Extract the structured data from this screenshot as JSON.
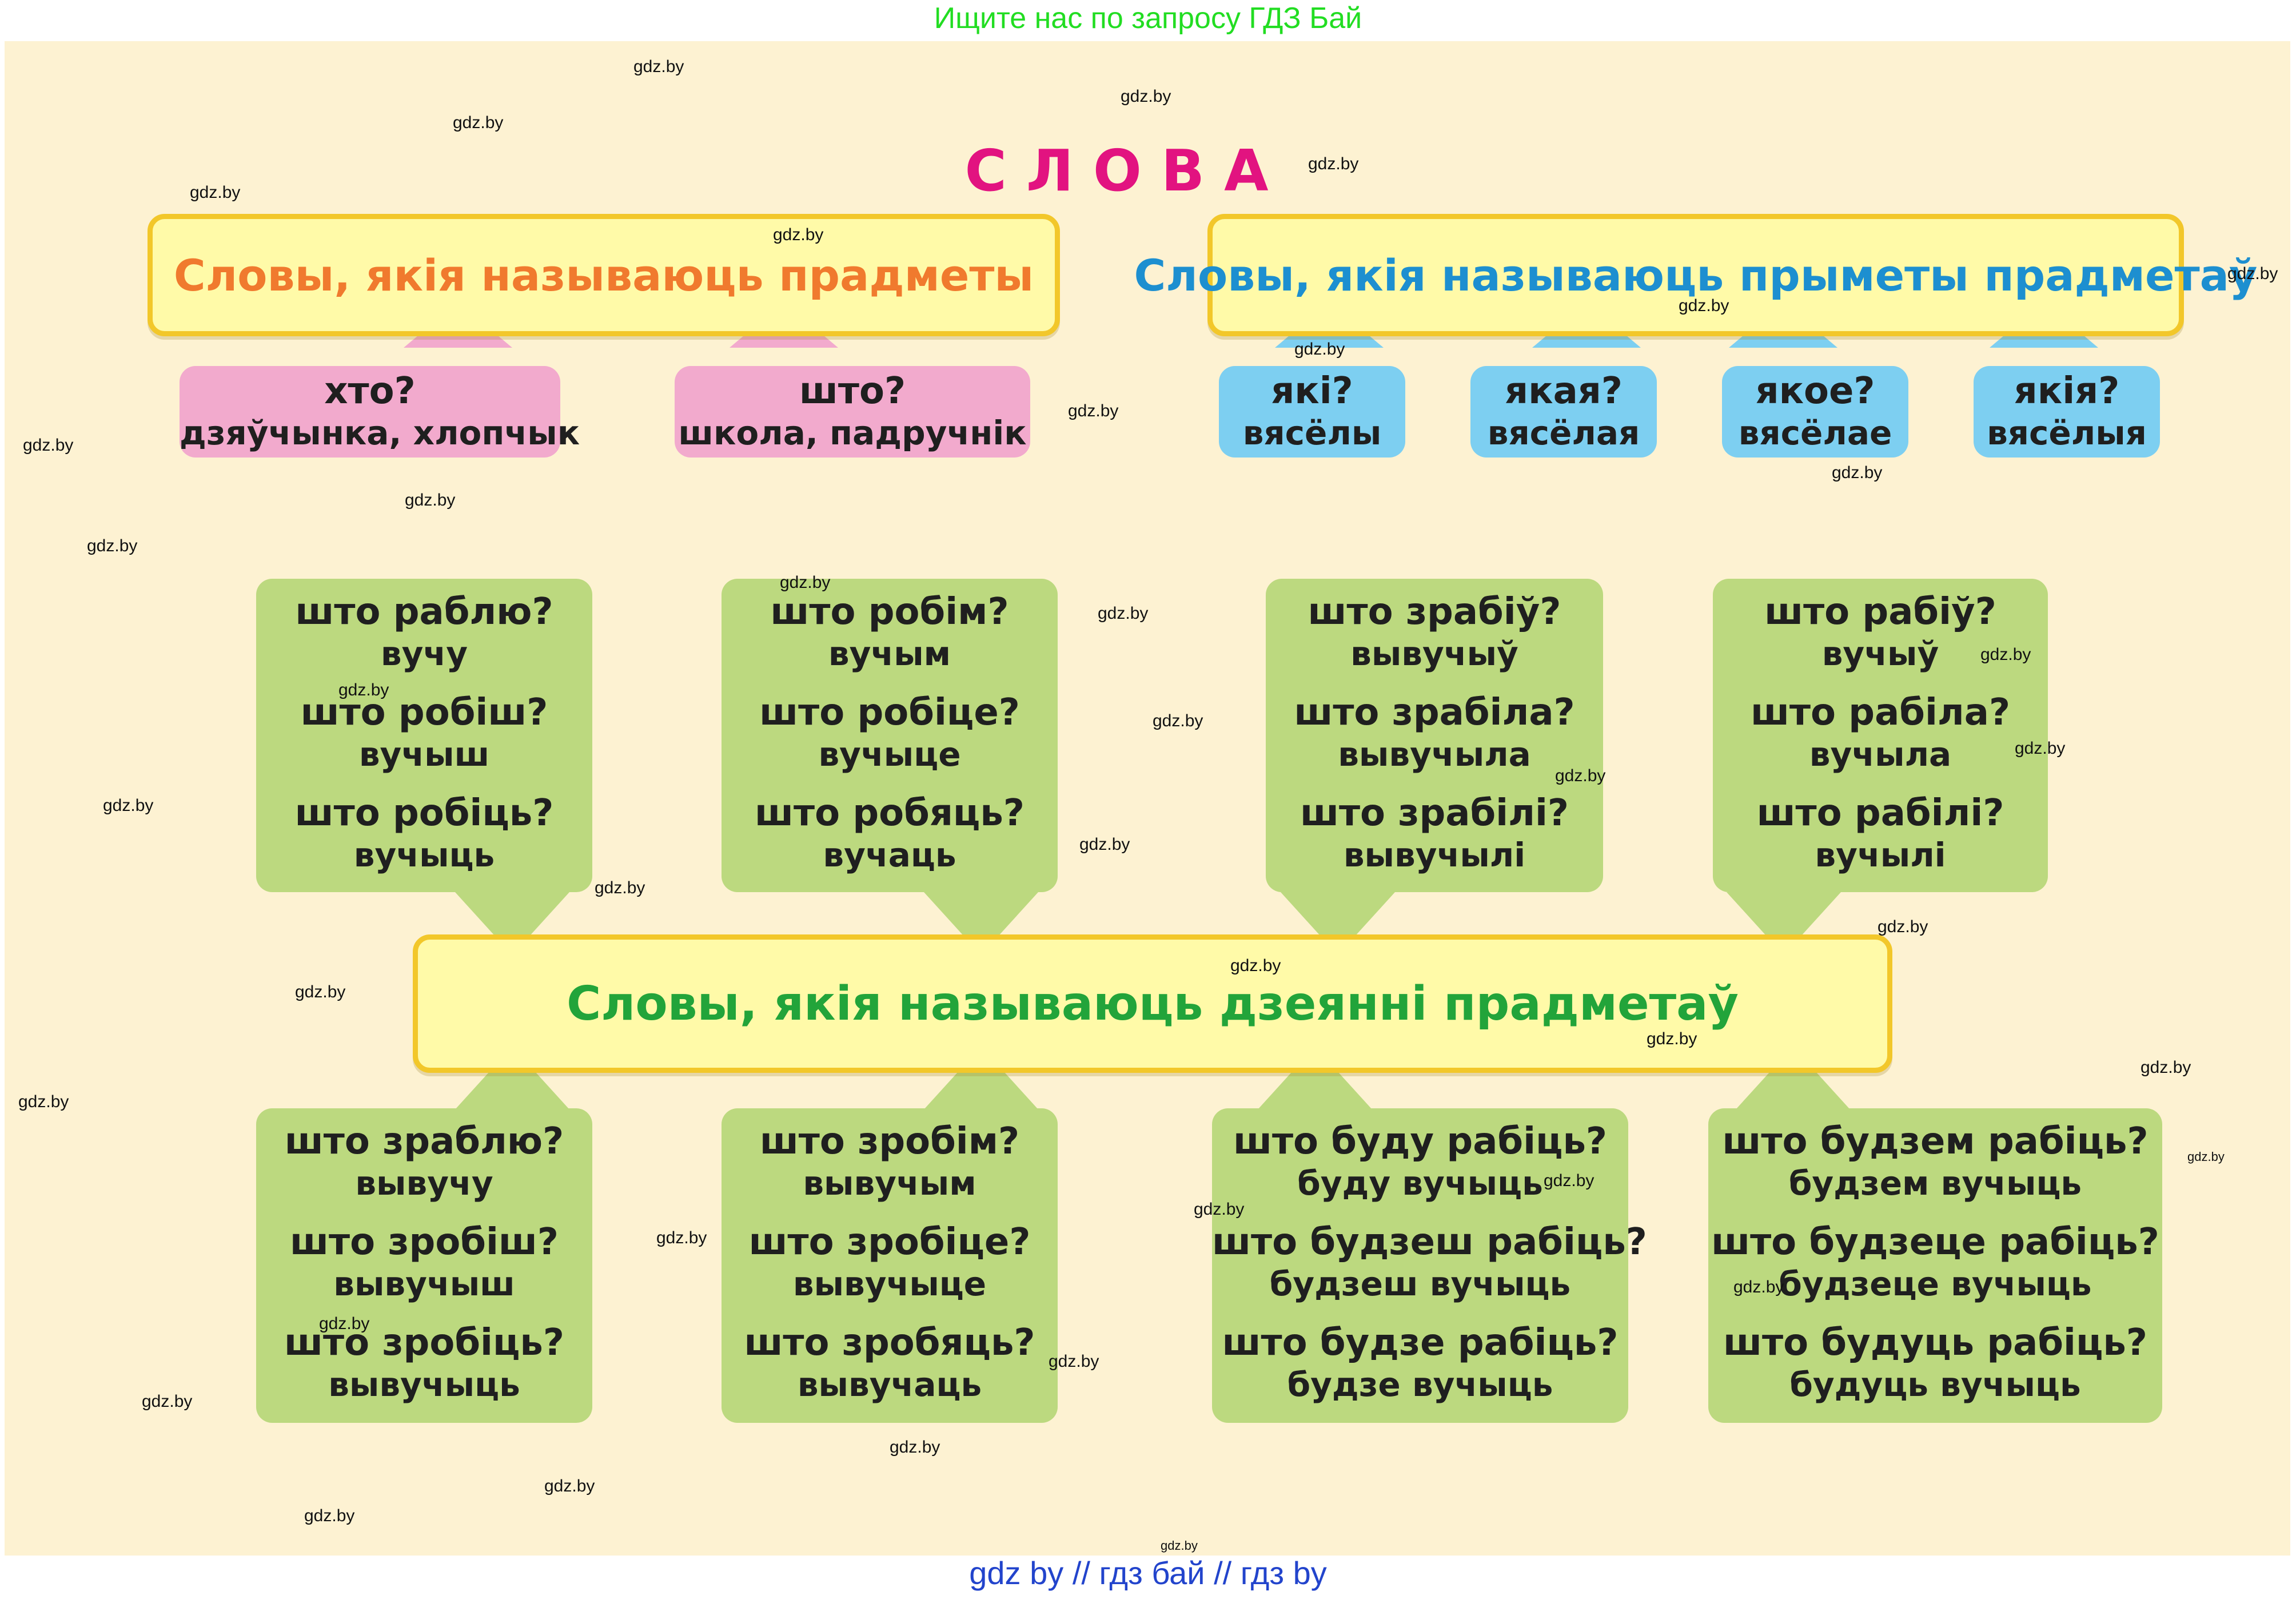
{
  "header_note": "Ищите нас по запросу ГДЗ Бай",
  "footer_note": "gdz by  //  гдз бай  //  гдз by",
  "title": "СЛОВА",
  "bands": {
    "objects": "Словы, якія называюць прадметы",
    "attributes": "Словы, якія называюць прыметы прадметаў",
    "actions": "Словы, якія называюць дзеянні прадметаў"
  },
  "colors": {
    "title": "#e21380",
    "objects_text": "#f07a2e",
    "attributes_text": "#1d8fd0",
    "actions_text": "#22a43a",
    "pink_box": "#f2aacd",
    "blue_box": "#7dcff1",
    "green_box": "#bcd97f",
    "band_fill": "#fffaa8",
    "band_border": "#f2c72a"
  },
  "object_boxes": [
    {
      "q": "хто?",
      "a": "дзяўчынка, хлопчык"
    },
    {
      "q": "што?",
      "a": "школа, падручнік"
    }
  ],
  "attribute_boxes": [
    {
      "q": "які?",
      "a": "вясёлы"
    },
    {
      "q": "якая?",
      "a": "вясёлая"
    },
    {
      "q": "якое?",
      "a": "вясёлае"
    },
    {
      "q": "якія?",
      "a": "вясёлыя"
    }
  ],
  "action_boxes_upper": [
    {
      "rows": [
        {
          "q": "што раблю?",
          "a": "вучу"
        },
        {
          "q": "што робіш?",
          "a": "вучыш"
        },
        {
          "q": "што робіць?",
          "a": "вучыць"
        }
      ]
    },
    {
      "rows": [
        {
          "q": "што робім?",
          "a": "вучым"
        },
        {
          "q": "што робіце?",
          "a": "вучыце"
        },
        {
          "q": "што робяць?",
          "a": "вучаць"
        }
      ]
    },
    {
      "rows": [
        {
          "q": "што зрабіў?",
          "a": "вывучыў"
        },
        {
          "q": "што зрабіла?",
          "a": "вывучыла"
        },
        {
          "q": "што зрабілі?",
          "a": "вывучылі"
        }
      ]
    },
    {
      "rows": [
        {
          "q": "што рабіў?",
          "a": "вучыў"
        },
        {
          "q": "што рабіла?",
          "a": "вучыла"
        },
        {
          "q": "што рабілі?",
          "a": "вучылі"
        }
      ]
    }
  ],
  "action_boxes_lower": [
    {
      "rows": [
        {
          "q": "што зраблю?",
          "a": "вывучу"
        },
        {
          "q": "што зробіш?",
          "a": "вывучыш"
        },
        {
          "q": "што зробіць?",
          "a": "вывучыць"
        }
      ]
    },
    {
      "rows": [
        {
          "q": "што зробім?",
          "a": "вывучым"
        },
        {
          "q": "што зробіце?",
          "a": "вывучыце"
        },
        {
          "q": "што зробяць?",
          "a": "вывучаць"
        }
      ]
    },
    {
      "rows": [
        {
          "q": "што буду рабіць?",
          "a": "буду вучыць"
        },
        {
          "q": "што будзеш рабіць?",
          "a": "будзеш вучыць"
        },
        {
          "q": "што будзе рабіць?",
          "a": "будзе вучыць"
        }
      ]
    },
    {
      "rows": [
        {
          "q": "што будзем рабіць?",
          "a": "будзем вучыць"
        },
        {
          "q": "што будзеце рабіць?",
          "a": "будзеце вучыць"
        },
        {
          "q": "што будуць рабіць?",
          "a": "будуць вучыць"
        }
      ]
    }
  ],
  "watermark": "gdz.by"
}
